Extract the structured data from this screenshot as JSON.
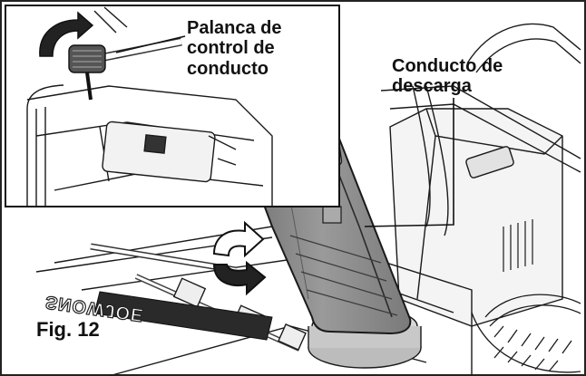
{
  "figure_number": "Fig. 12",
  "callouts": {
    "lever": [
      "Palanca de",
      "control de",
      "conducto"
    ],
    "chute": [
      "Conducto de",
      "descarga"
    ]
  },
  "machine_brand": "SNOWJOE",
  "icons": {
    "inset_rotation_arrow": "curved-rotation-arrow-icon",
    "chute_rotation_arrow": "curved-rotation-arrow-icon"
  },
  "colors": {
    "chute_fill": "#8a8a8a",
    "line_art": "#1a1a1a",
    "background": "#ffffff"
  }
}
